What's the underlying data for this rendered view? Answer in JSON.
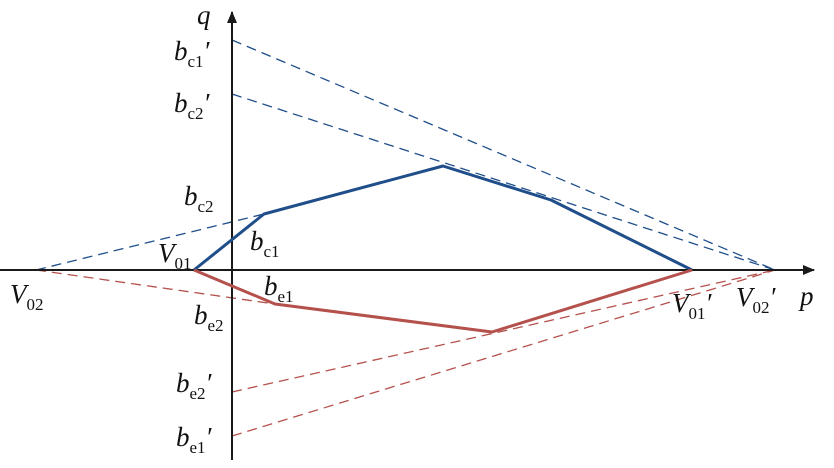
{
  "axes": {
    "x_label": "p",
    "y_label": "q",
    "color": "#1a1a1a"
  },
  "colors": {
    "blue": "#1f4e8a",
    "red": "#b5514d"
  },
  "points": {
    "V01": {
      "base": "V",
      "sub": "01",
      "prime": ""
    },
    "V02": {
      "base": "V",
      "sub": "02",
      "prime": ""
    },
    "V01p": {
      "base": "V",
      "sub": "01",
      "prime": "′"
    },
    "V02p": {
      "base": "V",
      "sub": "02",
      "prime": "′"
    },
    "bc1": {
      "base": "b",
      "sub": "c1",
      "prime": ""
    },
    "bc2": {
      "base": "b",
      "sub": "c2",
      "prime": ""
    },
    "bc1p": {
      "base": "b",
      "sub": "c1",
      "prime": "′"
    },
    "bc2p": {
      "base": "b",
      "sub": "c2",
      "prime": "′"
    },
    "be1": {
      "base": "b",
      "sub": "e1",
      "prime": ""
    },
    "be2": {
      "base": "b",
      "sub": "e2",
      "prime": ""
    },
    "be1p": {
      "base": "b",
      "sub": "e1",
      "prime": "′"
    },
    "be2p": {
      "base": "b",
      "sub": "e2",
      "prime": "′"
    }
  }
}
